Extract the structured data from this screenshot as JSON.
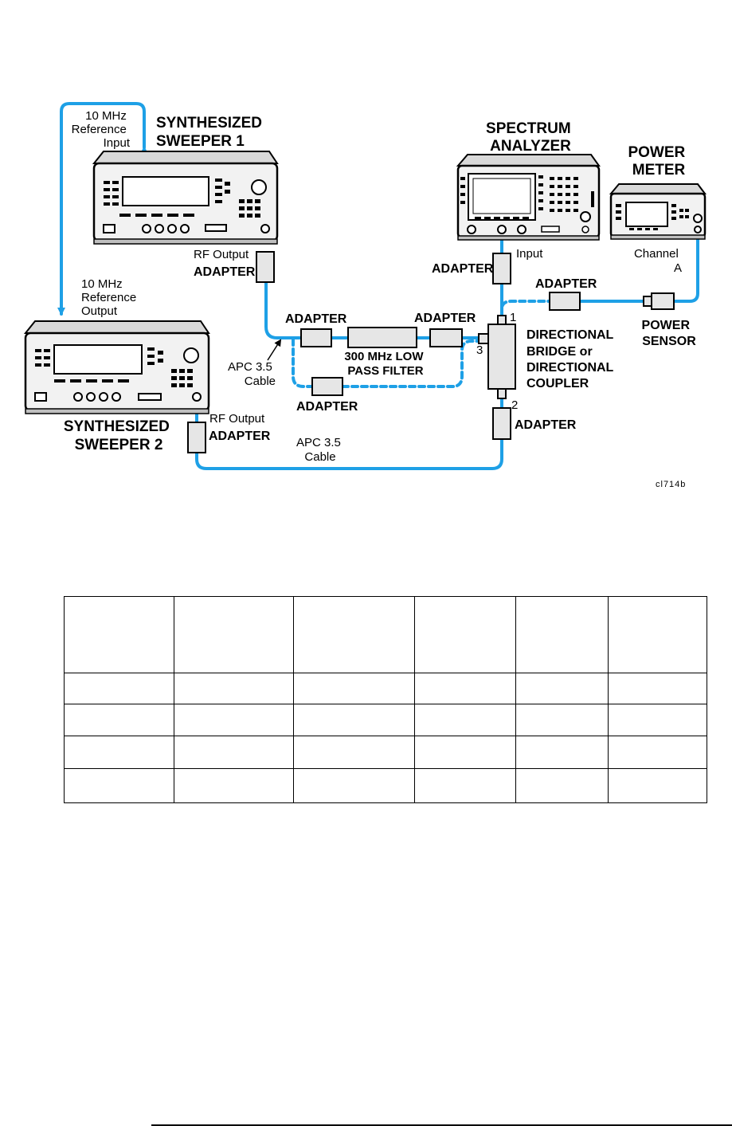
{
  "figure_id": "cl714b",
  "labels": {
    "ref_input": [
      "10 MHz",
      "Reference",
      "Input"
    ],
    "ref_output": [
      "10 MHz",
      "Reference",
      "Output"
    ],
    "sweeper1": [
      "SYNTHESIZED",
      "SWEEPER 1"
    ],
    "sweeper2": [
      "SYNTHESIZED",
      "SWEEPER 2"
    ],
    "spectrum_analyzer": [
      "SPECTRUM",
      "ANALYZER"
    ],
    "power_meter": [
      "POWER",
      "METER"
    ],
    "rf_output": "RF Output",
    "adapter": "ADAPTER",
    "input": "Input",
    "channel_a": [
      "Channel",
      "A"
    ],
    "power_sensor": [
      "POWER",
      "SENSOR"
    ],
    "apc_cable": [
      "APC 3.5",
      "Cable"
    ],
    "lpf": [
      "300 MHz LOW",
      "PASS FILTER"
    ],
    "coupler": [
      "DIRECTIONAL",
      "BRIDGE or",
      "DIRECTIONAL",
      "COUPLER"
    ],
    "port1": "1",
    "port2": "2",
    "port3": "3"
  },
  "table": {
    "col_count": 6,
    "row_count": 5,
    "cells": [
      [
        "",
        "",
        "",
        "",
        "",
        ""
      ],
      [
        "",
        "",
        "",
        "",
        "",
        ""
      ],
      [
        "",
        "",
        "",
        "",
        "",
        ""
      ],
      [
        "",
        "",
        "",
        "",
        "",
        ""
      ],
      [
        "",
        "",
        "",
        "",
        "",
        ""
      ]
    ]
  },
  "colors": {
    "cable": "#1ea0e6",
    "outline": "#000000"
  }
}
